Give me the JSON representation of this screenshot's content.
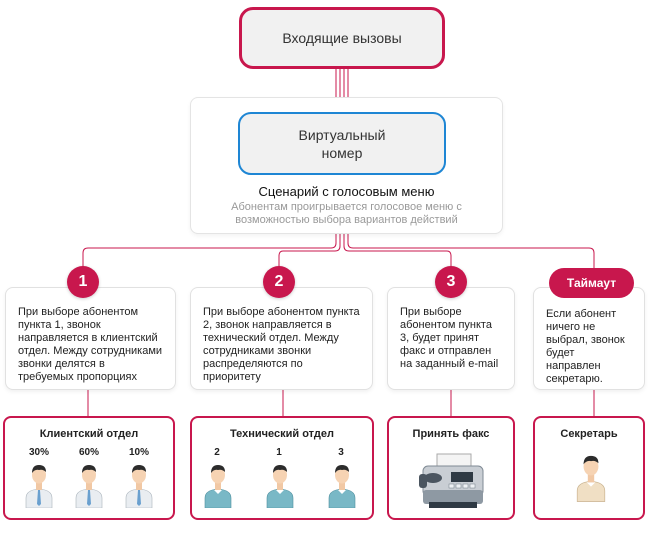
{
  "incoming": {
    "label": "Входящие вызовы"
  },
  "virtual_number": {
    "label": "Виртуальный номер"
  },
  "ivr": {
    "title": "Сценарий с голосовым меню",
    "subtitle": "Абонентам проигрывается голосовое меню с возможностью выбора вариантов действий"
  },
  "options": [
    {
      "badge": "1",
      "description": "При выборе абонентом пункта 1, звонок направляется в клиентский отдел. Между сотрудниками звонки делятся в требуемых пропорциях",
      "department": "Клиентский отдел",
      "shares": [
        "30%",
        "60%",
        "10%"
      ]
    },
    {
      "badge": "2",
      "description": "При выборе абонентом пункта 2, звонок направляется в технический отдел. Между сотрудниками звонки распределяются по приоритету",
      "department": "Технический отдел",
      "priorities": [
        "2",
        "1",
        "3"
      ]
    },
    {
      "badge": "3",
      "description": "При выборе абонентом пункта 3, будет принят факс и отправлен на заданный e-mail",
      "department": "Принять факс"
    },
    {
      "badge": "Таймаут",
      "description": "Если абонент ничего не выбрал, звонок будет направлен секретарю.",
      "department": "Секретарь"
    }
  ],
  "colors": {
    "accent": "#c8174d",
    "virtual_border": "#1e86d4",
    "box_fill": "#f1f1f1"
  },
  "icons": [
    "person-icon",
    "fax-machine-icon"
  ]
}
